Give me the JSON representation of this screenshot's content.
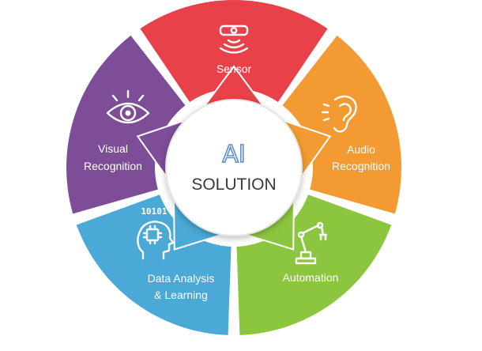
{
  "center": {
    "title": "AI",
    "subtitle": "SOLUTION"
  },
  "segments": [
    {
      "id": "sensor",
      "lines": [
        "Sensor"
      ],
      "color": "#e8414a",
      "icon": "sensor-icon"
    },
    {
      "id": "audio",
      "lines": [
        "Audio",
        "Recognition"
      ],
      "color": "#f49a32",
      "icon": "ear-icon"
    },
    {
      "id": "automation",
      "lines": [
        "Automation"
      ],
      "color": "#8cc63e",
      "icon": "robot-arm-icon"
    },
    {
      "id": "data",
      "lines": [
        "Data Analysis",
        "& Learning"
      ],
      "color": "#4aa9d6",
      "icon": "brain-chip-icon",
      "icon_text": "10101"
    },
    {
      "id": "visual",
      "lines": [
        "Visual",
        "Recognition"
      ],
      "color": "#7d4d98",
      "icon": "eye-icon"
    }
  ]
}
